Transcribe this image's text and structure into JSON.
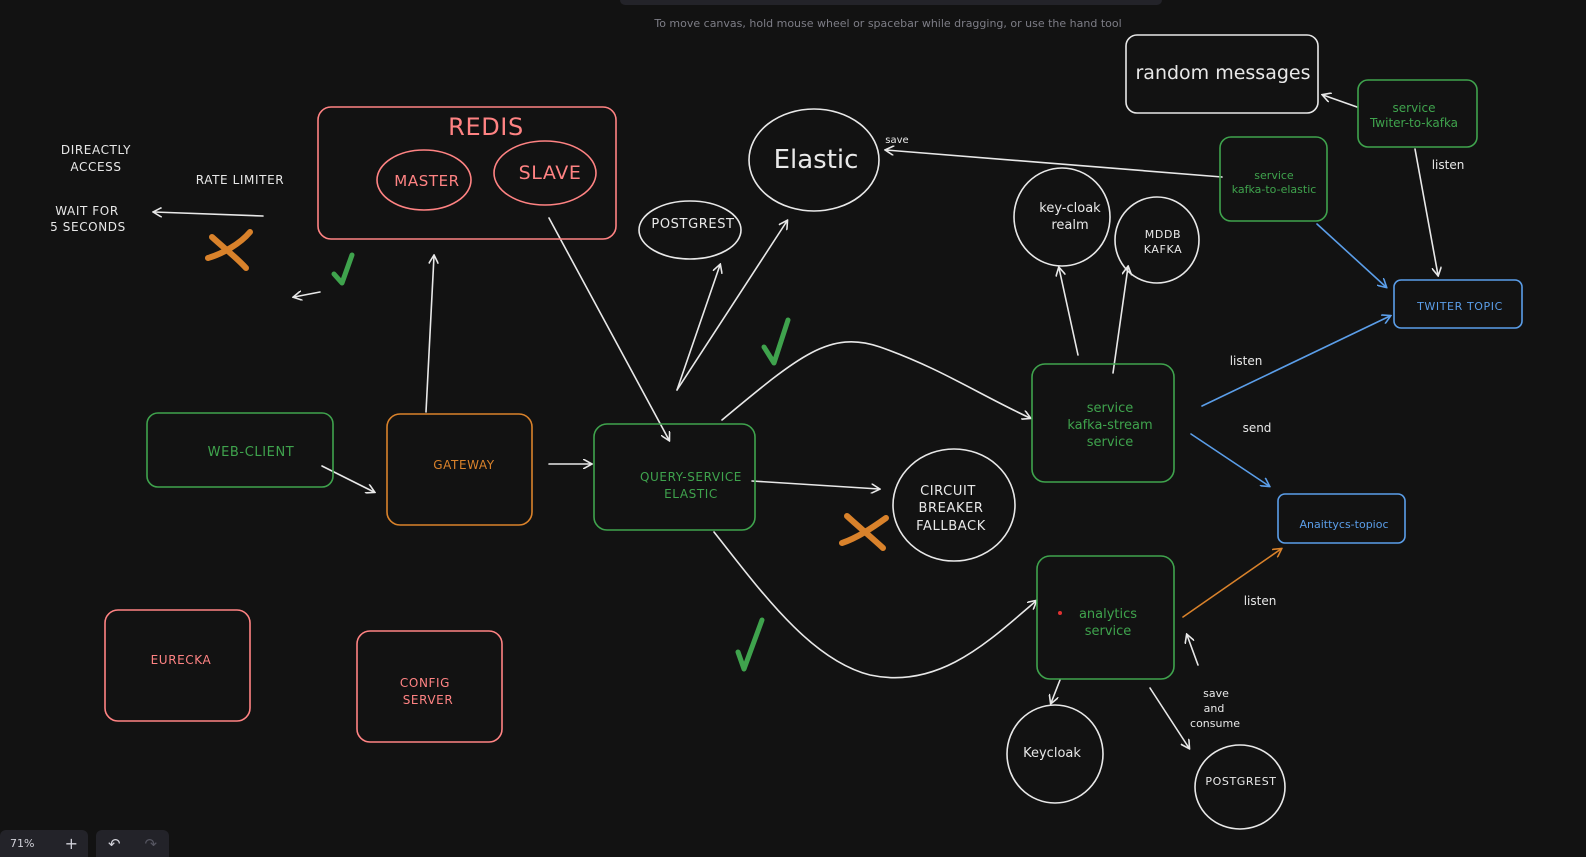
{
  "hint": "To move canvas, hold mouse wheel or spacebar while dragging, or use the hand tool",
  "colors": {
    "background": "#121212",
    "green": "#3fa34d",
    "red": "#ff8383",
    "orange": "#d9822b",
    "blue": "#5b9ee9",
    "white": "#e8e8e8"
  },
  "nodes": {
    "redis": {
      "title": "REDIS",
      "master": "MASTER",
      "slave": "SLAVE"
    },
    "elastic": "Elastic",
    "postgrest_top": "POSTGREST",
    "random_messages": "random messages",
    "service_twitter_to_kafka": {
      "line1": "service",
      "line2": "Twiter-to-kafka"
    },
    "service_kafka_to_elastic": {
      "line1": "service",
      "line2": "kafka-to-elastic"
    },
    "keycloak_realm": {
      "line1": "key-cloak",
      "line2": "realm"
    },
    "mddb_kafka": {
      "line1": "MDDB",
      "line2": "KAFKA"
    },
    "twitter_topic": "TWITER TOPIC",
    "web_client": "WEB-CLIENT",
    "gateway": "GATEWAY",
    "query_service": {
      "line1": "QUERY-SERVICE",
      "line2": "ELASTIC"
    },
    "kafka_stream": {
      "line1": "service",
      "line2": "kafka-stream",
      "line3": "service"
    },
    "circuit_breaker": {
      "line1": "CIRCUIT",
      "line2": "BREAKER",
      "line3": "FALLBACK"
    },
    "analytics_topic": "Anaittycs-topioc",
    "analytics_service": {
      "line1": "analytics",
      "line2": "service"
    },
    "eurecka": "EURECKA",
    "config_server": {
      "line1": "CONFIG",
      "line2": "SERVER"
    },
    "keycloak": "Keycloak",
    "postgrest_bottom": "POSTGREST"
  },
  "notes": {
    "direct_access": {
      "line1": "DIREACTLY",
      "line2": "ACCESS"
    },
    "rate_limiter": "RATE LIMITER",
    "wait_for": {
      "line1": "WAIT FOR",
      "line2": "5 SECONDS"
    },
    "save_elastic": "save",
    "listen_twitter": "listen",
    "listen_stream": "listen",
    "send_stream": "send",
    "listen_analytics": "listen",
    "save_consume": {
      "line1": "save",
      "line2": "and",
      "line3": "consume"
    }
  },
  "toolbar": {
    "zoom": "71%",
    "zoom_in": "+",
    "undo": "↶",
    "redo": "↷"
  }
}
